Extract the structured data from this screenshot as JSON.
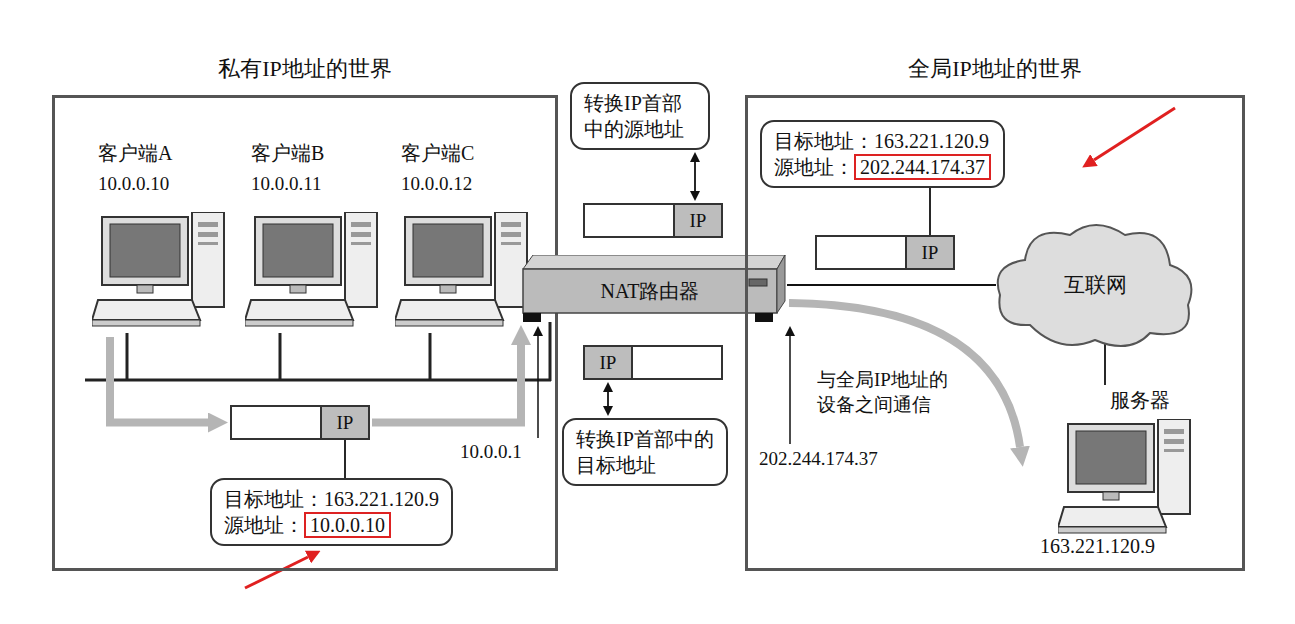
{
  "diagram": {
    "nodes": [
      {
        "text": [
          "私有IP地址的世界"
        ]
      },
      {
        "text": [
          "客户端A",
          "10.0.0.10"
        ],
        "in": 0
      },
      {
        "text": [
          "客户端B",
          "10.0.0.11"
        ],
        "in": 0
      },
      {
        "text": [
          "客户端C",
          "10.0.0.12"
        ],
        "in": 0
      },
      {
        "text": [
          "IP"
        ],
        "in": 0
      },
      {
        "text": [
          "目标地址：163.221.120.9",
          "源地址：",
          "10.0.0.10"
        ],
        "in": 0
      },
      {
        "text": [
          "转换IP首部中的源地址"
        ]
      },
      {
        "text": [
          "IP"
        ]
      },
      {
        "text": [
          "NAT路由器"
        ]
      },
      {
        "text": [
          "IP"
        ]
      },
      {
        "text": [
          "转换IP首部中的目标地址"
        ]
      },
      {
        "text": [
          "全局IP地址的世界"
        ]
      },
      {
        "text": [
          "目标地址：163.221.120.9",
          "源地址：",
          "202.244.174.37"
        ],
        "in": 11
      },
      {
        "text": [
          "IP"
        ],
        "in": 11
      },
      {
        "text": [
          "互联网"
        ],
        "in": 11
      },
      {
        "text": [
          "服务器",
          "163.221.120.9"
        ],
        "in": 11
      }
    ],
    "edges": [
      {
        "from": 1,
        "to": 4,
        "arrow": "to"
      },
      {
        "from": 4,
        "to": 8,
        "arrow": "to"
      },
      {
        "from": 5,
        "to": 4,
        "arrow": "none"
      },
      {
        "from": 6,
        "to": 7,
        "arrow": "both"
      },
      {
        "from": 9,
        "to": 10,
        "arrow": "both"
      },
      {
        "from": 8,
        "to": 14,
        "arrow": "none"
      },
      {
        "from": 12,
        "to": 13,
        "arrow": "none"
      },
      {
        "from": 14,
        "to": 15,
        "arrow": "none"
      },
      {
        "from": 8,
        "to": 15,
        "arrow": "to"
      }
    ],
    "labels": [
      "10.0.0.1",
      "202.244.174.37",
      "与全局IP地址的设备之间通信"
    ]
  }
}
